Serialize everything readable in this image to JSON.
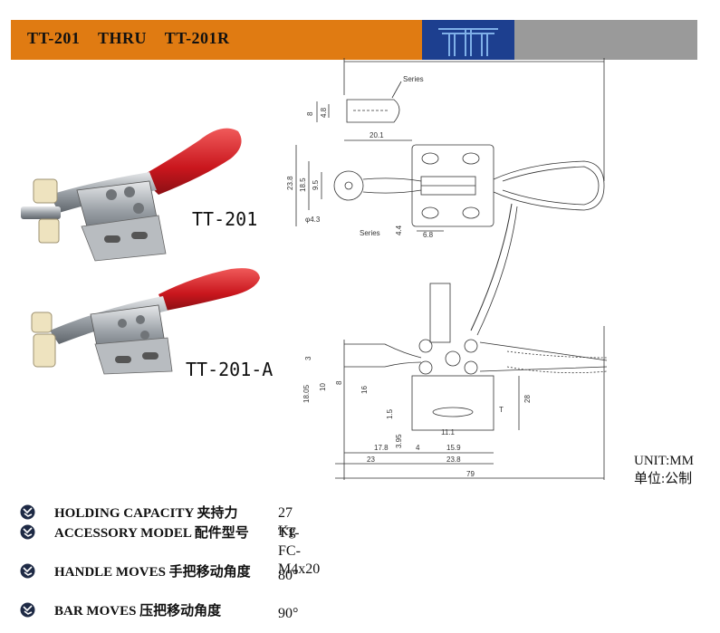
{
  "header": {
    "title": "TT-201    THRU    TT-201R",
    "colors": {
      "bar": "#e07b12",
      "logo_bg": "#1d3f8f",
      "grey": "#9a9a9a"
    }
  },
  "products": [
    {
      "label": "TT-201"
    },
    {
      "label": "TT-201-A"
    }
  ],
  "drawing": {
    "dims": {
      "top_width": "",
      "series_top": "Series",
      "d8": "8",
      "d48": "4.8",
      "d201": "20.1",
      "d238": "23.8",
      "d185": "18.5",
      "d95": "9.5",
      "phi43": "φ4.3",
      "series_bottom": "Series",
      "d44": "4.4",
      "d68": "6.8",
      "d3": "3",
      "d1805": "18.05",
      "d10": "10",
      "d8b": "8",
      "d16": "16",
      "d15": "1.5",
      "d395": "3.95",
      "d111": "11.1",
      "dT": "T",
      "d28": "28",
      "d178": "17.8",
      "d4": "4",
      "d159": "15.9",
      "d23": "23",
      "d238b": "23.8",
      "d79": "79"
    }
  },
  "unit": {
    "line1": "UNIT:MM",
    "line2": "单位:公制"
  },
  "specs": [
    {
      "label": "HOLDING CAPACITY 夹持力",
      "value": "27 Kg"
    },
    {
      "label": "ACCESSORY MODEL 配件型号",
      "value": "TT-FC-M4x20"
    },
    {
      "label": "HANDLE MOVES 手把移动角度",
      "value": "80°"
    },
    {
      "label": "BAR MOVES 压把移动角度",
      "value": "90°"
    }
  ]
}
